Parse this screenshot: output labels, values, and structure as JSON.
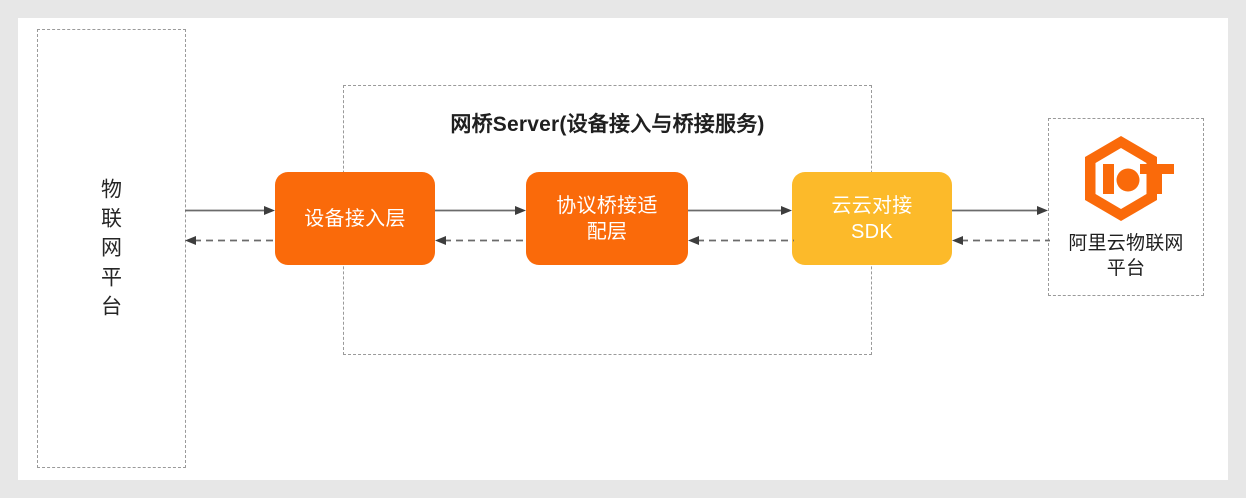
{
  "diagram": {
    "title": "网桥Server(设备接入与桥接服务)",
    "page_background": "#e7e7e7",
    "canvas_background": "#ffffff",
    "left_platform": {
      "label": "物\n联\n网\n平\n台",
      "border_style": "dashed",
      "border_color": "#9a9a9a"
    },
    "bridge_server": {
      "title": "网桥Server(设备接入与桥接服务)",
      "border_style": "dashed",
      "border_color": "#9a9a9a",
      "boxes": [
        {
          "id": "device-access",
          "label": "设备接入层",
          "color": "#fa6a0a",
          "text_color": "#ffffff"
        },
        {
          "id": "protocol-bridge",
          "label": "协议桥接适\n配层",
          "color": "#fa6a0a",
          "text_color": "#ffffff"
        },
        {
          "id": "cloud-sdk",
          "label": "云云对接\nSDK",
          "color": "#fcba2a",
          "text_color": "#ffffff"
        }
      ]
    },
    "aliyun_platform": {
      "logo_name": "aliyun-iot-hexagon-logo",
      "logo_text": "IoT",
      "logo_color": "#fa6a0a",
      "caption": "阿里云物联网\n平台",
      "border_style": "dashed",
      "border_color": "#9a9a9a"
    },
    "connectors": {
      "uplink_style": "solid",
      "downlink_style": "dashed",
      "line_color": "#6b6b6b",
      "arrow_color": "#3d3d3d",
      "flows": [
        {
          "from": "物联网平台",
          "to": "设备接入层",
          "direction": "right",
          "style": "solid"
        },
        {
          "from": "设备接入层",
          "to": "物联网平台",
          "direction": "left",
          "style": "dashed"
        },
        {
          "from": "设备接入层",
          "to": "协议桥接适配层",
          "direction": "right",
          "style": "solid"
        },
        {
          "from": "协议桥接适配层",
          "to": "设备接入层",
          "direction": "left",
          "style": "dashed"
        },
        {
          "from": "协议桥接适配层",
          "to": "云云对接SDK",
          "direction": "right",
          "style": "solid"
        },
        {
          "from": "云云对接SDK",
          "to": "协议桥接适配层",
          "direction": "left",
          "style": "dashed"
        },
        {
          "from": "云云对接SDK",
          "to": "阿里云物联网平台",
          "direction": "right",
          "style": "solid"
        },
        {
          "from": "阿里云物联网平台",
          "to": "云云对接SDK",
          "direction": "left",
          "style": "dashed"
        }
      ]
    }
  }
}
